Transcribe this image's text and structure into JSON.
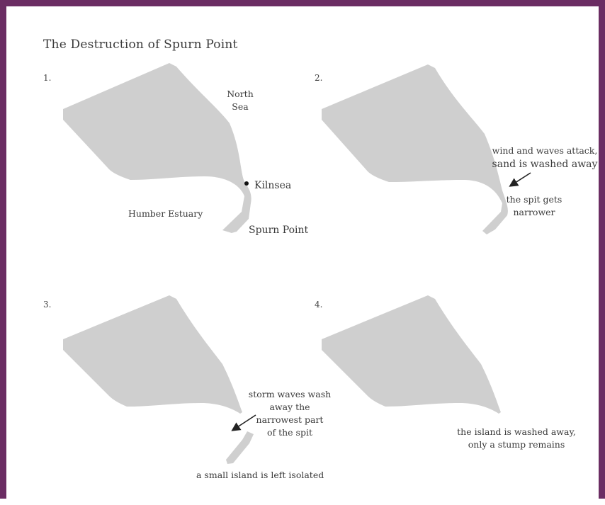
{
  "title": "The Destruction of Spurn Point",
  "panels": [
    {
      "number": "1.",
      "labels": {
        "north_sea_line1": "North",
        "north_sea_line2": "Sea",
        "kilnsea": "Kilnsea",
        "humber": "Humber Estuary",
        "spurn_point": "Spurn Point"
      }
    },
    {
      "number": "2.",
      "labels": {
        "attack_line1": "wind and waves attack,",
        "attack_line2": "sand is washed away",
        "narrower_line1": "the spit gets",
        "narrower_line2": "narrower"
      }
    },
    {
      "number": "3.",
      "labels": {
        "storm_line1": "storm waves wash",
        "storm_line2": "away the",
        "storm_line3": "narrowest part",
        "storm_line4": "of the spit",
        "island": "a small island is left isolated"
      }
    },
    {
      "number": "4.",
      "labels": {
        "washed_line1": "the island is washed away,",
        "washed_line2": "only a stump remains"
      }
    }
  ],
  "colors": {
    "frame": "#6b2d63",
    "land": "#cfcfcf",
    "text": "#3a3a3a"
  }
}
